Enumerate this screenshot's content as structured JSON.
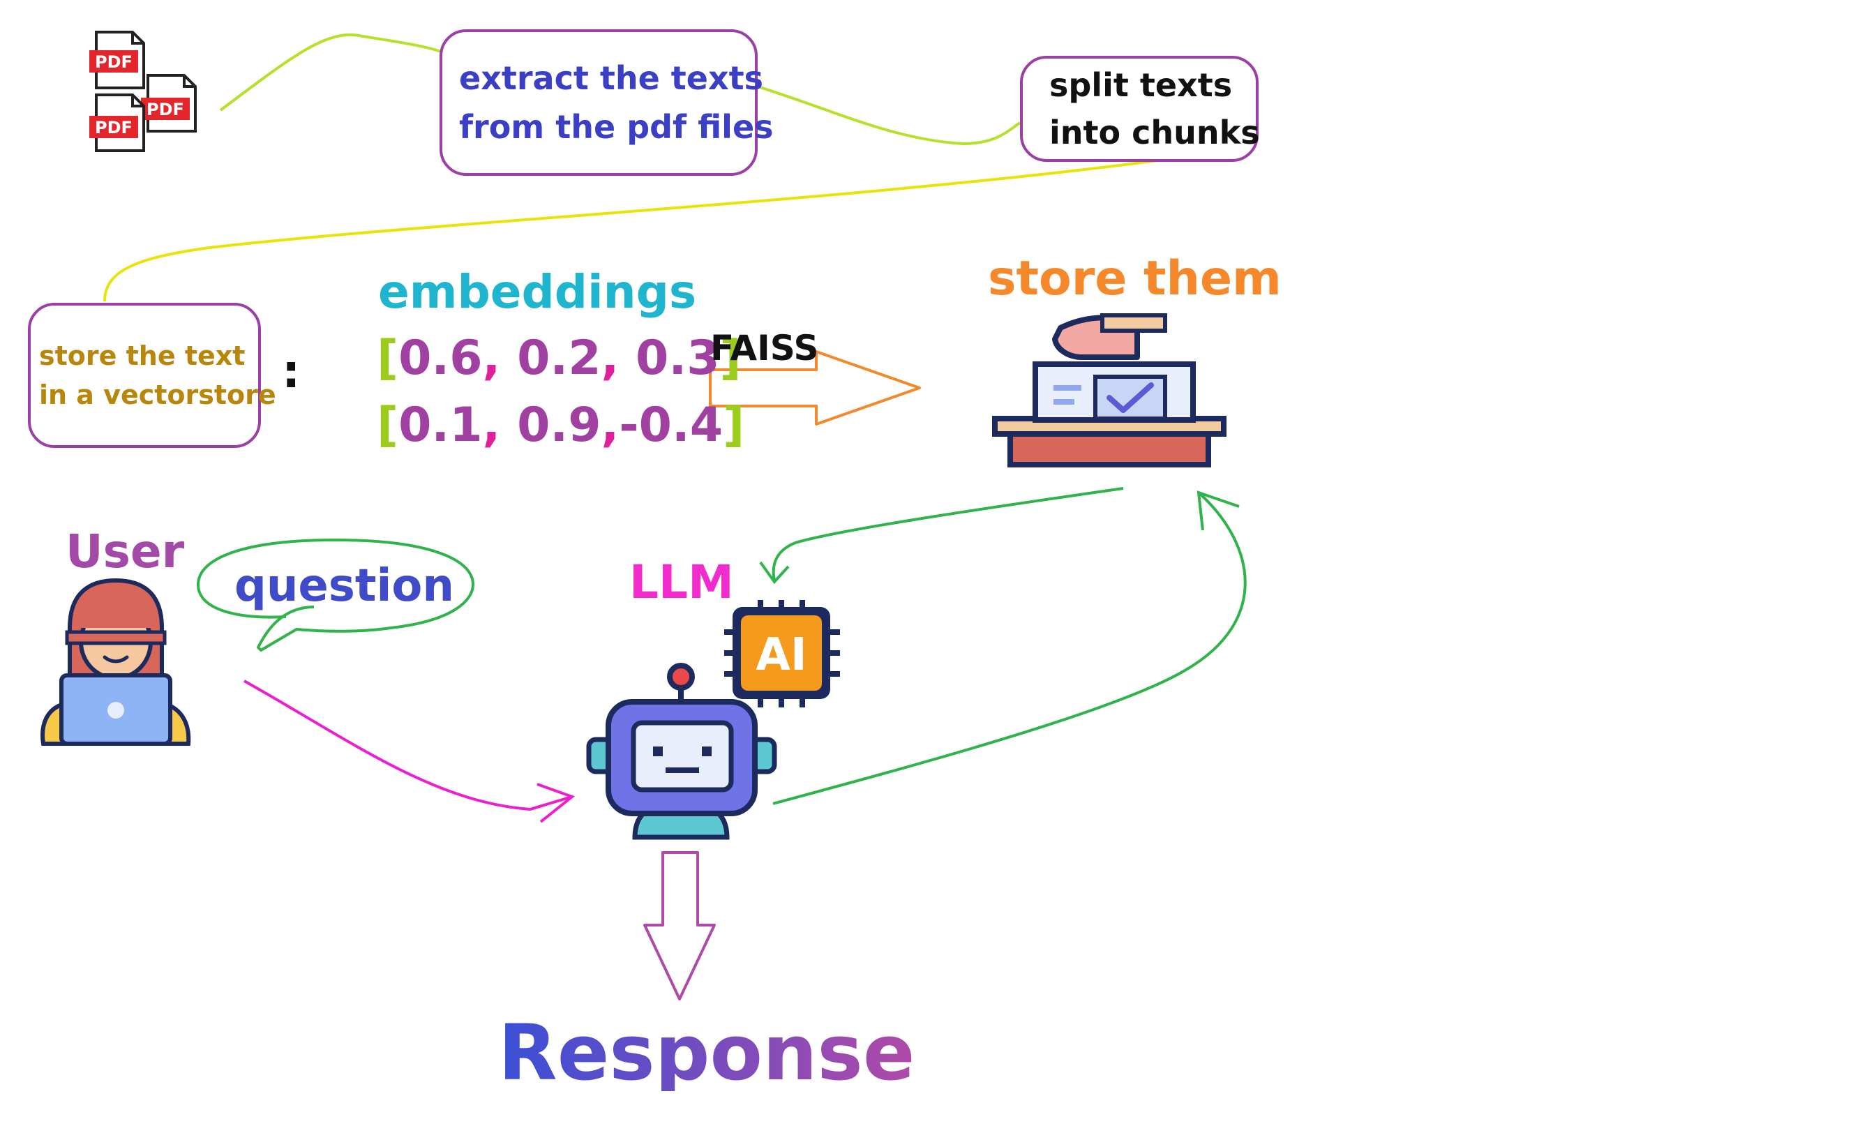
{
  "colors": {
    "box_border": "#9b3fa6",
    "extract_text": "#3b3fc4",
    "split_text": "#111111",
    "store_text": "#b8860b",
    "embeddings": "#1fb5cf",
    "bracket": "#9ccc1c",
    "number": "#a040a0",
    "comma": "#e0209a",
    "store_them": "#f5882a",
    "user": "#a34aa8",
    "question": "#3f4bc8",
    "llm": "#f22bcc",
    "response_start": "#3a4fd6",
    "response_end": "#b04aa8",
    "faiss_arrow": "#f28a2c",
    "green_path": "#2fb34a",
    "magenta_path": "#ea1fd0",
    "yellow_path": "#e8e30a",
    "lime_path": "#b7e02a"
  },
  "icons": {
    "pdf": "pdf-file-icon",
    "ballot": "ballot-box-icon",
    "user": "user-laptop-icon",
    "robot": "robot-icon",
    "ai_chip": "ai-chip-icon"
  },
  "steps": {
    "extract": [
      "extract the texts",
      "from the pdf files"
    ],
    "split": [
      "split texts",
      "into chunks"
    ],
    "store": [
      "store the text",
      "in a vectorstore"
    ]
  },
  "separator": ":",
  "embeddings": {
    "title": "embeddings",
    "vectors": [
      [
        "0.6",
        "0.2",
        "0.3"
      ],
      [
        "0.1",
        "0.9",
        "-0.4"
      ]
    ]
  },
  "faiss_label": "FAISS",
  "store_them": "store them",
  "pdf_icon_label": "PDF",
  "user_label": "User",
  "question_label": "question",
  "llm_label": "LLM",
  "ai_chip_label": "AI",
  "response_label": "Response"
}
